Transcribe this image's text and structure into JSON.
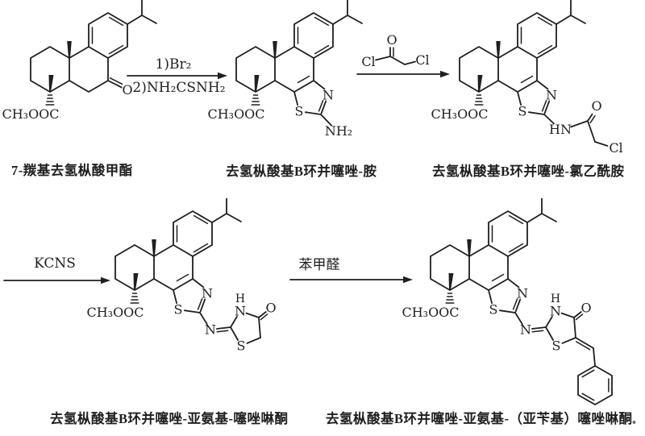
{
  "scheme": {
    "background": "#ffffff",
    "ink": "#1f1f1f",
    "compounds": [
      {
        "name": "7-羰基去氢枞酸甲酯"
      },
      {
        "name": "去氢枞酸基B环并噻唑-胺"
      },
      {
        "name": "去氢枞酸基B环并噻唑-氯乙酰胺"
      },
      {
        "name": "去氢枞酸基B环并噻唑-亚氨基-噻唑啉酮"
      },
      {
        "name": "去氢枞酸基B环并噻唑-亚氨基-（亚苄基）噻唑啉酮",
        "suffix": "。"
      }
    ],
    "steps": [
      {
        "above": "1)Br₂",
        "below": "2)NH₂CSNH₂"
      },
      {
        "drawing": "chloroacetyl-chloride"
      },
      {
        "above": "KCNS"
      },
      {
        "above": "苯甲醛"
      }
    ],
    "atoms": {
      "ester": "CH₃OOC",
      "O": "O",
      "N": "N",
      "S": "S",
      "NH2": "NH₂",
      "HN": "HN",
      "H": "H",
      "Cl": "Cl"
    }
  }
}
